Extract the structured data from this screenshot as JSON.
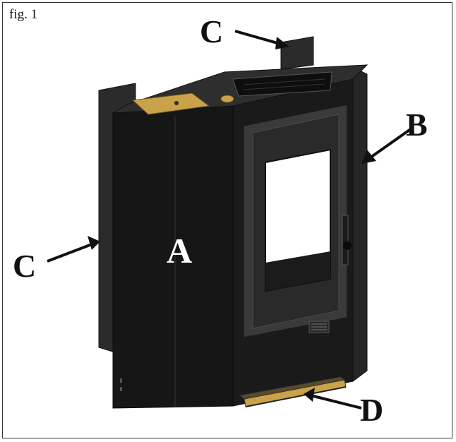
{
  "figure": {
    "caption": "fig. 1"
  },
  "callouts": {
    "a": "A",
    "b": "B",
    "c_top": "C",
    "c_left": "C",
    "d": "D"
  },
  "colors": {
    "body": "#141414",
    "panel": "#3a3a3a",
    "brass": "#c9a24a",
    "glass": "#ffffff"
  }
}
